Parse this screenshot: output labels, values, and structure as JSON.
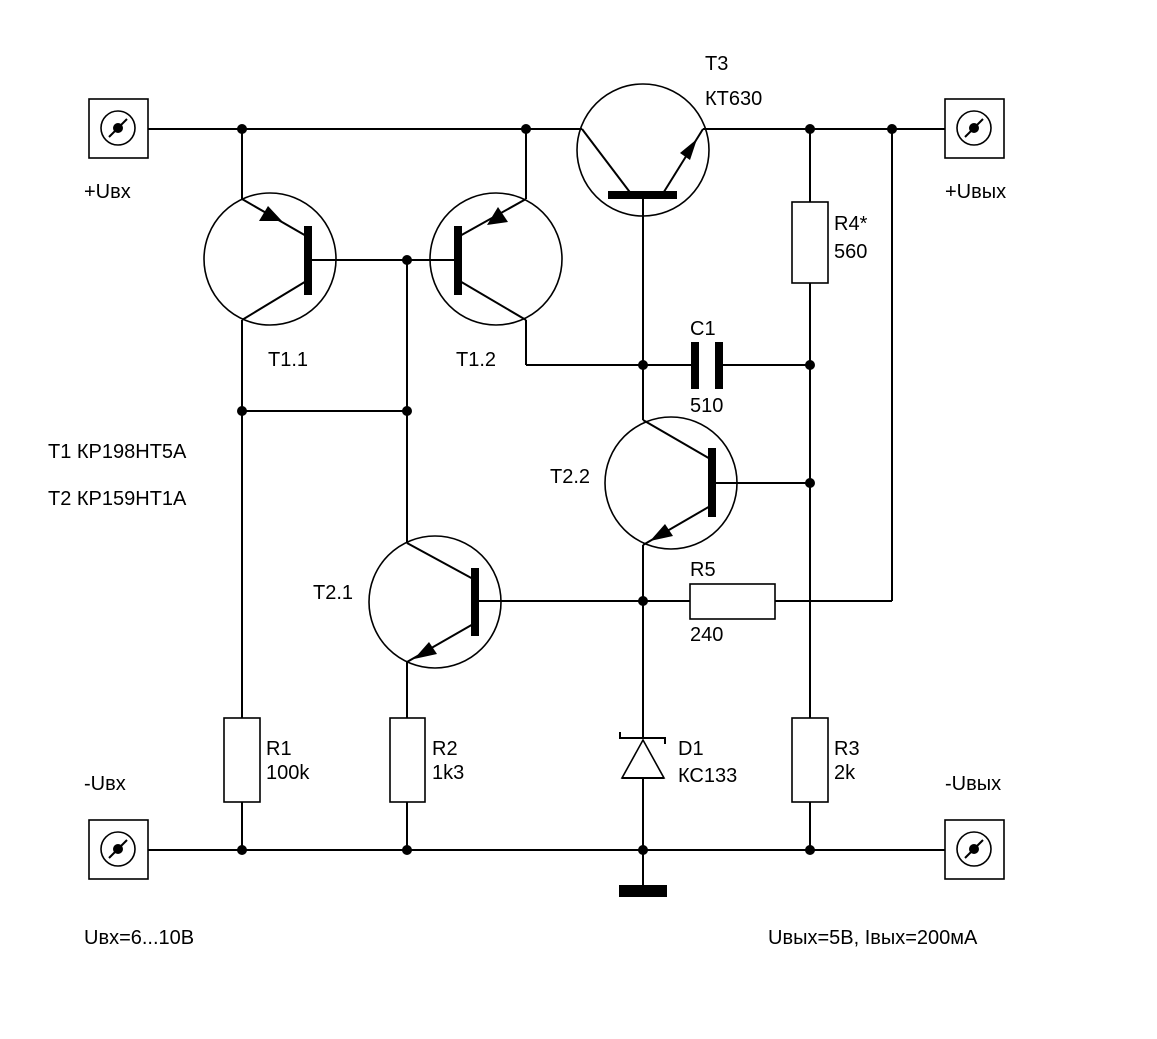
{
  "terminals": {
    "in_plus": "+Uвх",
    "out_plus": "+Uвых",
    "in_minus": "-Uвх",
    "out_minus": "-Uвых"
  },
  "transistors": {
    "t3_ref": "T3",
    "t3_type": "КТ630",
    "t11_ref": "T1.1",
    "t12_ref": "T1.2",
    "t21_ref": "T2.1",
    "t22_ref": "T2.2"
  },
  "components": {
    "r1_ref": "R1",
    "r1_val": "100k",
    "r2_ref": "R2",
    "r2_val": "1k3",
    "r3_ref": "R3",
    "r3_val": "2k",
    "r4_ref": "R4*",
    "r4_val": "560",
    "r5_ref": "R5",
    "r5_val": "240",
    "c1_ref": "C1",
    "c1_val": "510",
    "d1_ref": "D1",
    "d1_type": "КС133"
  },
  "notes": {
    "t1_type": "T1 КР198НТ5А",
    "t2_type": "T2 КР159НТ1А",
    "input_spec": "Uвх=6...10В",
    "output_spec": "Uвых=5В, Iвых=200мА"
  }
}
